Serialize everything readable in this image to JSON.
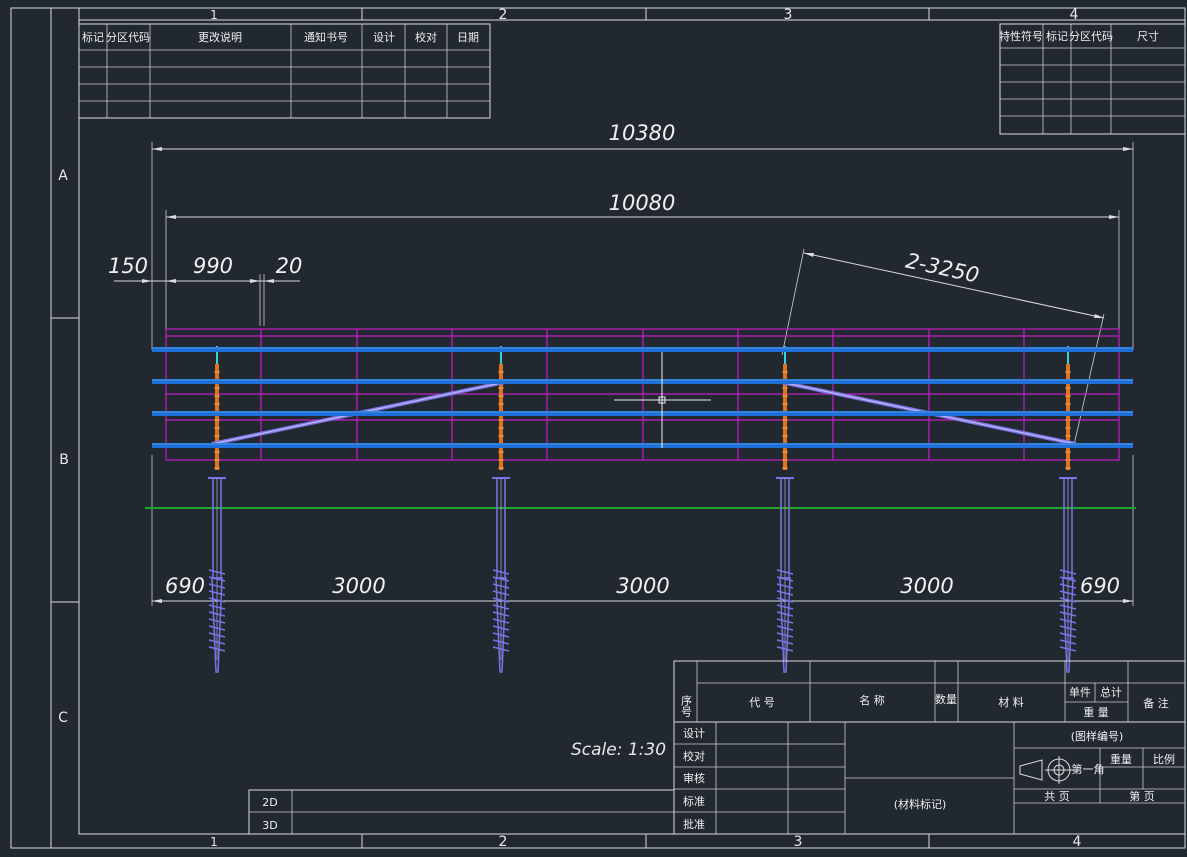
{
  "zone_columns": [
    "1",
    "2",
    "3",
    "4"
  ],
  "zone_rows": [
    "A",
    "B",
    "C"
  ],
  "revision_table": {
    "headers": [
      "标记",
      "分区代码",
      "更改说明",
      "通知书号",
      "设计",
      "校对",
      "日期"
    ]
  },
  "feature_table": {
    "headers": [
      "特性符号",
      "标记",
      "分区代码",
      "尺寸"
    ]
  },
  "dimensions": {
    "overall_width": "10380",
    "inner_width": "10080",
    "left_offset": "150",
    "first_bay": "990",
    "gap": "20",
    "brace_length": "2-3250",
    "end_left": "690",
    "span_1": "3000",
    "span_2": "3000",
    "span_3": "3000",
    "end_right": "690"
  },
  "scale_note": "Scale: 1:30",
  "bom_header": {
    "seq": "序号",
    "code": "代  号",
    "name": "名  称",
    "qty": "数量",
    "material": "材  料",
    "unit_weight": "单件",
    "total_weight": "总计",
    "weight": "重 量",
    "remark": "备 注"
  },
  "title_block": {
    "roles": [
      "设计",
      "校对",
      "审核",
      "标准",
      "批准"
    ],
    "drawing_number": "(图样编号)",
    "material_mark": "(材料标记)",
    "weight_label": "重量",
    "scale_label": "比例",
    "projection": "第一角",
    "total_sheets": "共    页",
    "sheet_no": "第    页",
    "mode_2d": "2D",
    "mode_3d": "3D"
  },
  "colors": {
    "background": "#212830",
    "line": "#dcdcdc",
    "rail_blue": "#1f6fd6",
    "frame_magenta": "#c41ec4",
    "pile_violet": "#7b74e6",
    "ground_green": "#1fa52a",
    "post_orange": "#e0741e",
    "post_cyan": "#38d0e0"
  }
}
